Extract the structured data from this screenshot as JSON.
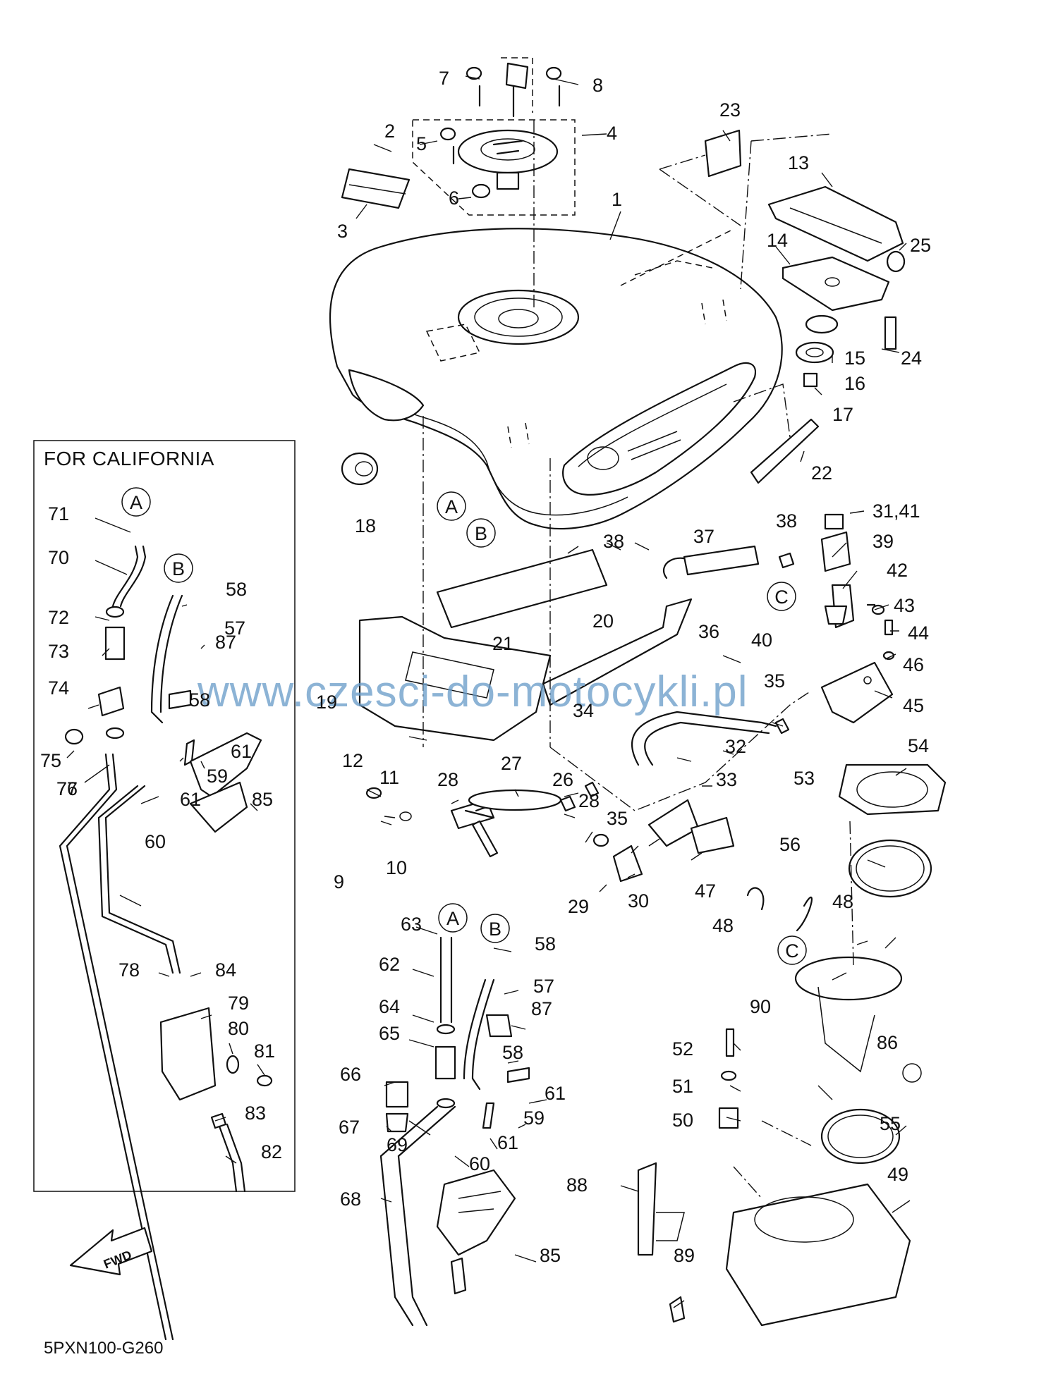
{
  "diagram": {
    "box_title": "FOR CALIFORNIA",
    "watermark": "www.czesci-do-motocykli.pl",
    "drawing_code": "5PXN100-G260",
    "fwd_label": "FWD",
    "ref_letters": [
      "A",
      "B",
      "C"
    ],
    "callouts": [
      {
        "id": "c1",
        "label": "1"
      },
      {
        "id": "c2",
        "label": "2"
      },
      {
        "id": "c3",
        "label": "3"
      },
      {
        "id": "c4",
        "label": "4"
      },
      {
        "id": "c5",
        "label": "5"
      },
      {
        "id": "c6",
        "label": "6"
      },
      {
        "id": "c7",
        "label": "7"
      },
      {
        "id": "c8",
        "label": "8"
      },
      {
        "id": "c9",
        "label": "9"
      },
      {
        "id": "c10",
        "label": "10"
      },
      {
        "id": "c11",
        "label": "11"
      },
      {
        "id": "c12",
        "label": "12"
      },
      {
        "id": "c13",
        "label": "13"
      },
      {
        "id": "c14",
        "label": "14"
      },
      {
        "id": "c15",
        "label": "15"
      },
      {
        "id": "c16",
        "label": "16"
      },
      {
        "id": "c17",
        "label": "17"
      },
      {
        "id": "c18",
        "label": "18"
      },
      {
        "id": "c19",
        "label": "19"
      },
      {
        "id": "c20",
        "label": "20"
      },
      {
        "id": "c21",
        "label": "21"
      },
      {
        "id": "c22",
        "label": "22"
      },
      {
        "id": "c23",
        "label": "23"
      },
      {
        "id": "c24",
        "label": "24"
      },
      {
        "id": "c25",
        "label": "25"
      },
      {
        "id": "c26",
        "label": "26"
      },
      {
        "id": "c27",
        "label": "27"
      },
      {
        "id": "c28a",
        "label": "28"
      },
      {
        "id": "c28b",
        "label": "28"
      },
      {
        "id": "c29",
        "label": "29"
      },
      {
        "id": "c30",
        "label": "30"
      },
      {
        "id": "c3141",
        "label": "31,41"
      },
      {
        "id": "c32",
        "label": "32"
      },
      {
        "id": "c33",
        "label": "33"
      },
      {
        "id": "c34",
        "label": "34"
      },
      {
        "id": "c35a",
        "label": "35"
      },
      {
        "id": "c35b",
        "label": "35"
      },
      {
        "id": "c36",
        "label": "36"
      },
      {
        "id": "c37",
        "label": "37"
      },
      {
        "id": "c38a",
        "label": "38"
      },
      {
        "id": "c38b",
        "label": "38"
      },
      {
        "id": "c39",
        "label": "39"
      },
      {
        "id": "c40",
        "label": "40"
      },
      {
        "id": "c42",
        "label": "42"
      },
      {
        "id": "c43",
        "label": "43"
      },
      {
        "id": "c44",
        "label": "44"
      },
      {
        "id": "c45",
        "label": "45"
      },
      {
        "id": "c46",
        "label": "46"
      },
      {
        "id": "c47",
        "label": "47"
      },
      {
        "id": "c48a",
        "label": "48"
      },
      {
        "id": "c48b",
        "label": "48"
      },
      {
        "id": "c49",
        "label": "49"
      },
      {
        "id": "c50",
        "label": "50"
      },
      {
        "id": "c51",
        "label": "51"
      },
      {
        "id": "c52",
        "label": "52"
      },
      {
        "id": "c53",
        "label": "53"
      },
      {
        "id": "c54",
        "label": "54"
      },
      {
        "id": "c55",
        "label": "55"
      },
      {
        "id": "c56",
        "label": "56"
      },
      {
        "id": "c57a",
        "label": "57"
      },
      {
        "id": "c57b",
        "label": "57"
      },
      {
        "id": "c58a",
        "label": "58"
      },
      {
        "id": "c58b",
        "label": "58"
      },
      {
        "id": "c58c",
        "label": "58"
      },
      {
        "id": "c58d",
        "label": "58"
      },
      {
        "id": "c59a",
        "label": "59"
      },
      {
        "id": "c59b",
        "label": "59"
      },
      {
        "id": "c60a",
        "label": "60"
      },
      {
        "id": "c60b",
        "label": "60"
      },
      {
        "id": "c61a",
        "label": "61"
      },
      {
        "id": "c61b",
        "label": "61"
      },
      {
        "id": "c61c",
        "label": "61"
      },
      {
        "id": "c61d",
        "label": "61"
      },
      {
        "id": "c62",
        "label": "62"
      },
      {
        "id": "c63",
        "label": "63"
      },
      {
        "id": "c64",
        "label": "64"
      },
      {
        "id": "c65",
        "label": "65"
      },
      {
        "id": "c66",
        "label": "66"
      },
      {
        "id": "c67",
        "label": "67"
      },
      {
        "id": "c68",
        "label": "68"
      },
      {
        "id": "c69",
        "label": "69"
      },
      {
        "id": "c70",
        "label": "70"
      },
      {
        "id": "c71",
        "label": "71"
      },
      {
        "id": "c72",
        "label": "72"
      },
      {
        "id": "c73",
        "label": "73"
      },
      {
        "id": "c74",
        "label": "74"
      },
      {
        "id": "c75",
        "label": "75"
      },
      {
        "id": "c76",
        "label": "76"
      },
      {
        "id": "c77",
        "label": "77"
      },
      {
        "id": "c78",
        "label": "78"
      },
      {
        "id": "c79",
        "label": "79"
      },
      {
        "id": "c80",
        "label": "80"
      },
      {
        "id": "c81",
        "label": "81"
      },
      {
        "id": "c82",
        "label": "82"
      },
      {
        "id": "c83",
        "label": "83"
      },
      {
        "id": "c84",
        "label": "84"
      },
      {
        "id": "c85a",
        "label": "85"
      },
      {
        "id": "c85b",
        "label": "85"
      },
      {
        "id": "c86",
        "label": "86"
      },
      {
        "id": "c87a",
        "label": "87"
      },
      {
        "id": "c87b",
        "label": "87"
      },
      {
        "id": "c88",
        "label": "88"
      },
      {
        "id": "c89",
        "label": "89"
      },
      {
        "id": "c90",
        "label": "90"
      }
    ]
  }
}
